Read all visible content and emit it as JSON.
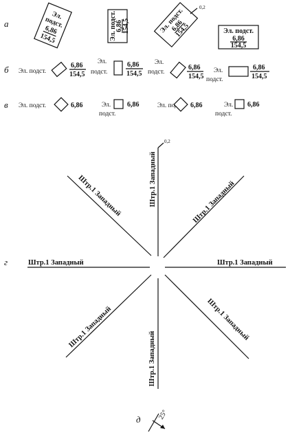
{
  "rows": {
    "a": "а",
    "b": "б",
    "v": "в",
    "g": "г",
    "d": "д"
  },
  "labels": {
    "name_full": "Эл. подст.",
    "name_line1": "Эл.",
    "name_line2": "подст.",
    "mark": "6,86",
    "height": "154,5",
    "tick": "0,2",
    "street": "Штр.1 Западный",
    "angle": "25°"
  }
}
